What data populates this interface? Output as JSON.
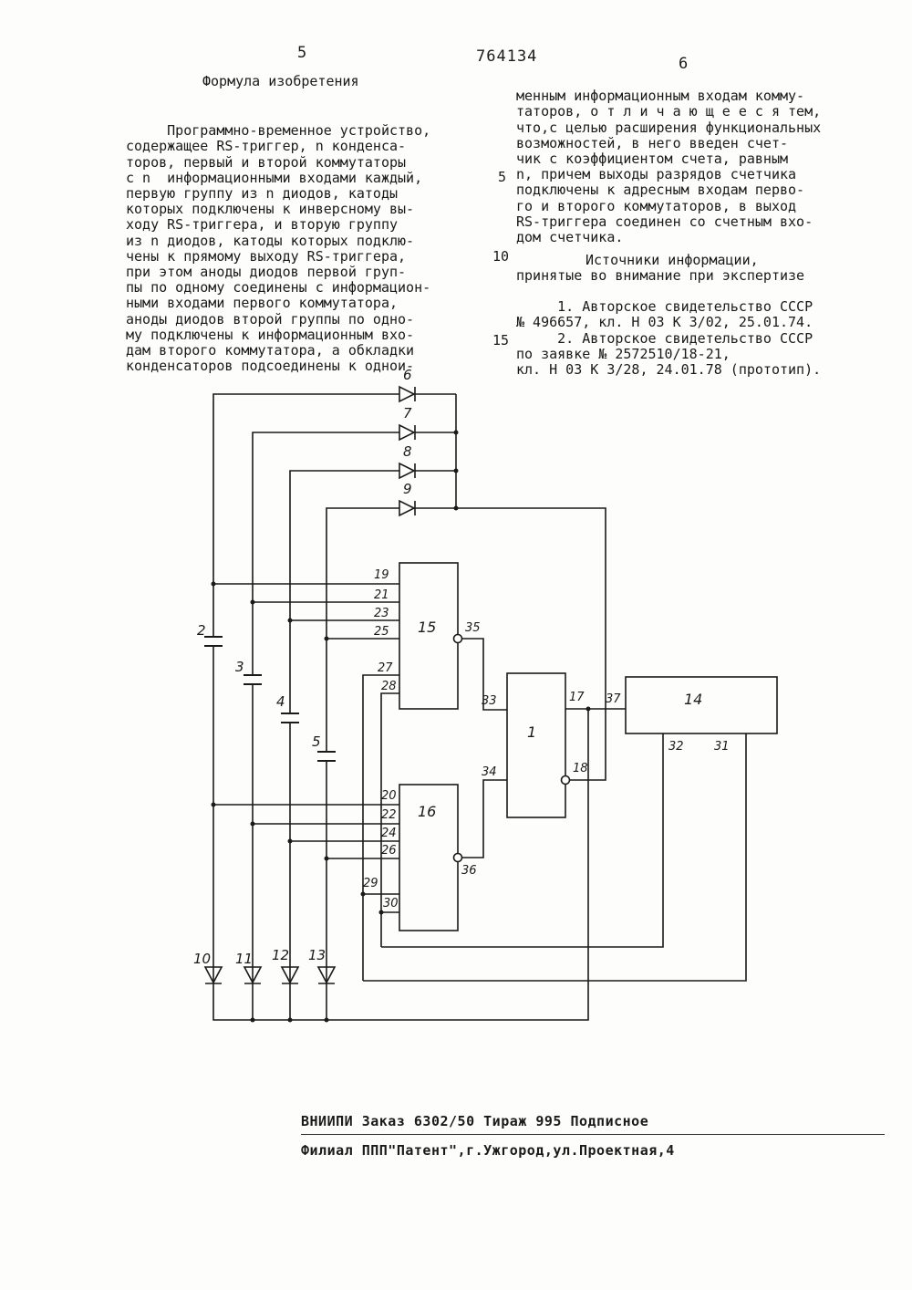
{
  "header": {
    "page_left": "5",
    "patent_number": "764134",
    "page_right": "6"
  },
  "left_column": {
    "heading": "Формула изобретения",
    "lines": [
      "     Программно-временное устройство,",
      "содержащее RS-триггер, n конденса-",
      "торов, первый и второй коммутаторы",
      "с n  информационными входами каждый,",
      "первую группу из n диодов, катоды",
      "которых подключены к инверсному вы-",
      "ходу RS-триггера, и вторую группу",
      "из n диодов, катоды которых подклю-",
      "чены к прямому выходу RS-триггера,",
      "при этом аноды диодов первой груп-",
      "пы по одному соединены с информацион-",
      "ными входами первого коммутатора,",
      "аноды диодов второй группы по одно-",
      "му подключены к информационным вхо-",
      "дам второго коммутатора, а обкладки",
      "конденсаторов подсоединены к однои-"
    ]
  },
  "right_column": {
    "lines": [
      "менным информационным входам комму-",
      "таторов, о т л и ч а ю щ е е с я тем,",
      "что,с целью расширения функциональных",
      "возможностей, в него введен счет-",
      "чик с коэффициентом счета, равным",
      "n, причем выходы разрядов счетчика",
      "подключены к адресным входам перво-",
      "го и второго коммутаторов, в выход",
      "RS-триггера соединен со счетным вхо-",
      "дом счетчика."
    ],
    "sources_heading_1": "Источники информации,",
    "sources_heading_2": "принятые во внимание при экспертизе",
    "sources": [
      "     1. Авторское свидетельство СССР",
      "№ 496657, кл. Н 03 К 3/02, 25.01.74.",
      "     2. Авторское свидетельство СССР",
      "по заявке № 2572510/18-21,",
      "кл. Н 03 К 3/28, 24.01.78 (прототип)."
    ]
  },
  "line_numbers": [
    "5",
    "10",
    "15"
  ],
  "diagram": {
    "labels": {
      "d6": "6",
      "d7": "7",
      "d8": "8",
      "d9": "9",
      "d10": "10",
      "d11": "11",
      "d12": "12",
      "d13": "13",
      "c2": "2",
      "c3": "3",
      "c4": "4",
      "c5": "5",
      "b15": "15",
      "b16": "16",
      "b1": "1",
      "b14": "14",
      "p19": "19",
      "p21": "21",
      "p23": "23",
      "p25": "25",
      "p27": "27",
      "p28": "28",
      "p20": "20",
      "p22": "22",
      "p24": "24",
      "p26": "26",
      "p29": "29",
      "p30": "30",
      "p35": "35",
      "p36": "36",
      "p33": "33",
      "p34": "34",
      "p17": "17",
      "p18": "18",
      "p37": "37",
      "p32": "32",
      "p31": "31"
    }
  },
  "footer": {
    "line1": "ВНИИПИ  Заказ 6302/50  Тираж 995  Подписное",
    "line2": "Филиал ППП\"Патент\",г.Ужгород,ул.Проектная,4"
  }
}
